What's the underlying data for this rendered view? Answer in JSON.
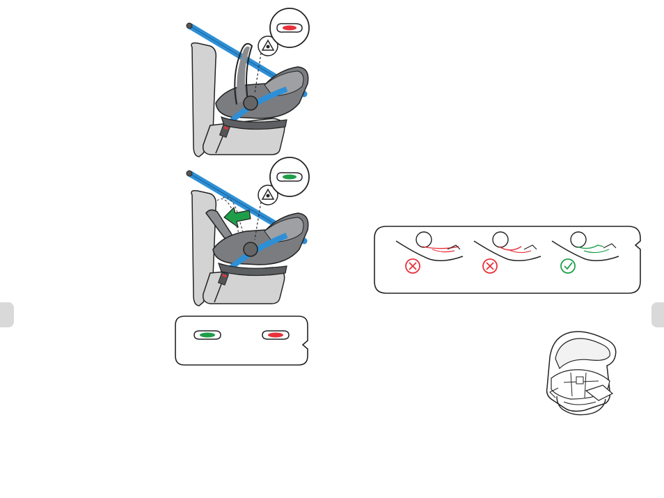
{
  "colors": {
    "belt": "#2e8fd6",
    "seat": "#cfcfcf",
    "carrier_dark": "#6b6d70",
    "carrier_mid": "#8a8c8f",
    "indicator_red": "#e8303a",
    "indicator_green": "#1f9e4a",
    "tab": "#d9d9d9"
  },
  "page": {
    "left_tab": {
      "icon": "page-tab"
    },
    "right_tab": {
      "icon": "page-tab"
    }
  },
  "figures": {
    "step_one": {
      "indicator": "red-indicator-icon",
      "badge": "belt-guide-icon"
    },
    "step_two": {
      "indicator": "green-indicator-icon",
      "badge": "belt-guide-icon",
      "arrow": "green-push-arrow-icon"
    },
    "indicator_legend": {
      "items": [
        "green-indicator-icon",
        "red-indicator-icon"
      ]
    },
    "head_position_panel": {
      "items": [
        {
          "status": "incorrect",
          "icon": "cross-circle-icon"
        },
        {
          "status": "incorrect",
          "icon": "cross-circle-icon"
        },
        {
          "status": "correct",
          "icon": "check-circle-icon"
        }
      ]
    },
    "carrier_bottom_view": {
      "icon": "carrier-underside-icon"
    }
  }
}
